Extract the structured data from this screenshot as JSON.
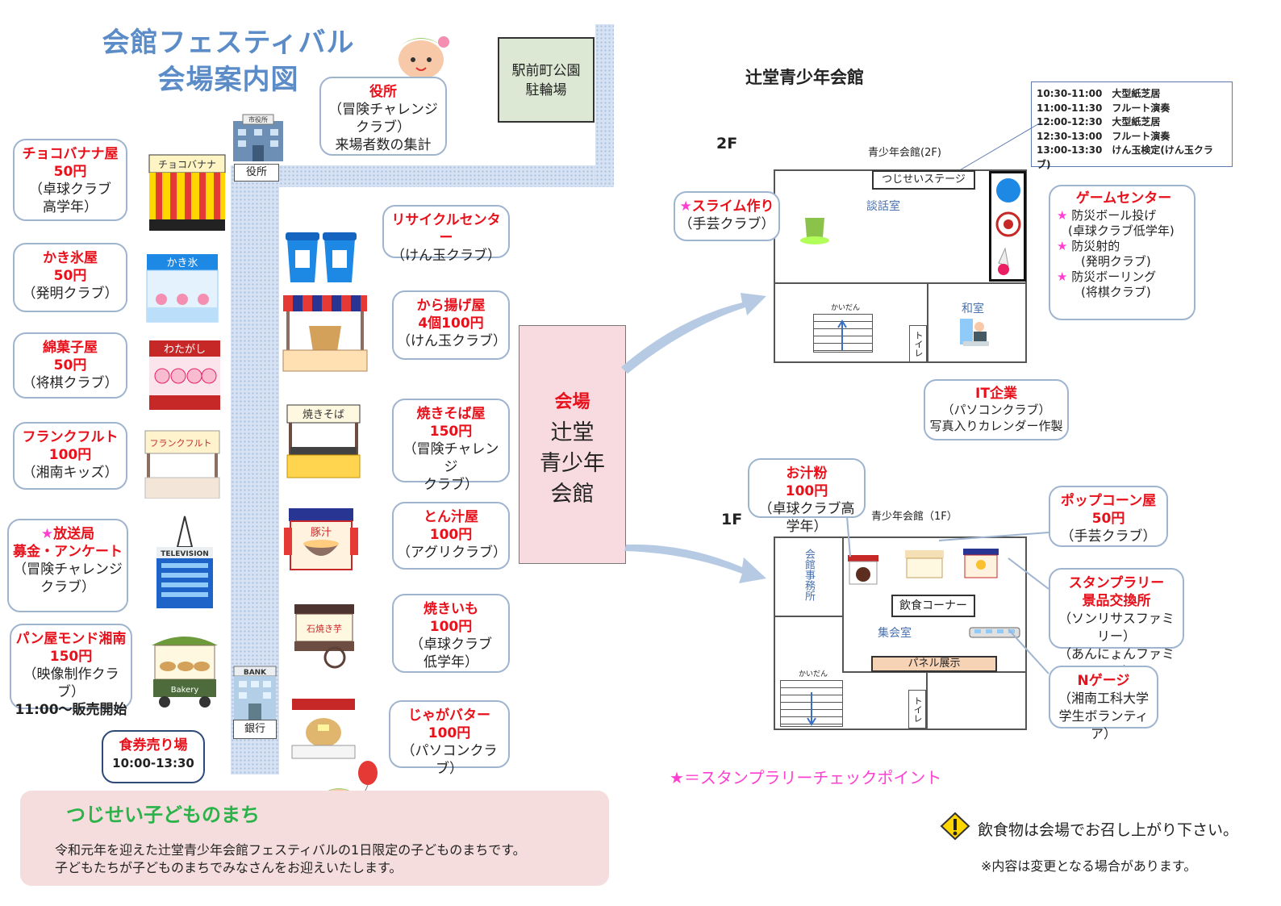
{
  "header": {
    "title_line1": "会館フェスティバル",
    "title_line2": "会場案内図"
  },
  "park": {
    "line1": "駅前町公園",
    "line2": "駐輪場"
  },
  "city_hall": {
    "sign": "役所",
    "roof": "市役所",
    "title": "役所",
    "lines": [
      "（冒険チャレンジ",
      "クラブ）",
      "来場者数の集計"
    ]
  },
  "bank": {
    "sign": "銀行",
    "roof": "BANK"
  },
  "left_stalls": [
    {
      "title": "チョコバナナ屋",
      "price": "50円",
      "club": [
        "（卓球クラブ",
        "高学年）"
      ],
      "sign": "チョコバナナ"
    },
    {
      "title": "かき氷屋",
      "price": "50円",
      "club": [
        "（発明クラブ）"
      ],
      "sign": "かき氷"
    },
    {
      "title": "綿菓子屋",
      "price": "50円",
      "club": [
        "（将棋クラブ）"
      ],
      "sign": "わたがし"
    },
    {
      "title": "フランクフルト",
      "price": "100円",
      "club": [
        "（湘南キッズ）"
      ],
      "sign": "フランクフルト"
    },
    {
      "star": "★",
      "title": "放送局",
      "title2": "募金・アンケート",
      "club": [
        "（冒険チャレンジ",
        "クラブ）"
      ],
      "sign": "TELEVISION"
    },
    {
      "title": "パン屋モンド湘南",
      "price": "150円",
      "club": [
        "（映像制作クラブ）",
        "11:00～販売開始"
      ],
      "sign": "Bakery"
    }
  ],
  "ticket": {
    "title": "食券売り場",
    "time": "10:00-13:30"
  },
  "right_stalls": [
    {
      "title": "リサイクルセンター",
      "club": [
        "（けん玉クラブ）"
      ]
    },
    {
      "title": "から揚げ屋",
      "price": "4個100円",
      "club": [
        "（けん玉クラブ）"
      ]
    },
    {
      "title": "焼きそば屋",
      "price": "150円",
      "club": [
        "（冒険チャレンジ",
        "クラブ）"
      ],
      "sign": "焼きそば"
    },
    {
      "title": "とん汁屋",
      "price": "100円",
      "club": [
        "（アグリクラブ）"
      ],
      "sign": "豚汁"
    },
    {
      "title": "焼きいも",
      "price": "100円",
      "club": [
        "（卓球クラブ",
        "低学年）"
      ],
      "sign": "石焼き芋"
    },
    {
      "title": "じゃがバター",
      "price": "100円",
      "club": [
        "（パソコンクラブ）"
      ]
    }
  ],
  "venue": {
    "line1": "会場",
    "line2": "辻堂",
    "line3": "青少年",
    "line4": "会館"
  },
  "building": {
    "title": "辻堂青少年会館"
  },
  "schedule": [
    {
      "time": "10:30-11:00",
      "event": "大型紙芝居"
    },
    {
      "time": "11:00-11:30",
      "event": "フルート演奏"
    },
    {
      "time": "12:00-12:30",
      "event": "大型紙芝居"
    },
    {
      "time": "12:30-13:00",
      "event": "フルート演奏"
    },
    {
      "time": "13:00-13:30",
      "event": "けん玉検定(けん玉クラブ)"
    }
  ],
  "floor2": {
    "label": "2F",
    "plan_title": "青少年会館(2F)",
    "stage": "つじせいステージ",
    "room_main": "談話室",
    "room_jp": "和室",
    "stairs": "かいだん",
    "toilet": "トイレ"
  },
  "slime": {
    "star": "★",
    "title": "スライム作り",
    "club": "（手芸クラブ）"
  },
  "game": {
    "title": "ゲームセンター",
    "items": [
      {
        "star": "★",
        "name": "防災ボール投げ",
        "club": "(卓球クラブ低学年)"
      },
      {
        "star": "★",
        "name": "防災射的",
        "club": "(発明クラブ)"
      },
      {
        "star": "★",
        "name": "防災ボーリング",
        "club": "(将棋クラブ)"
      }
    ]
  },
  "it": {
    "title": "IT企業",
    "club": "（パソコンクラブ）",
    "desc": "写真入りカレンダー作製"
  },
  "floor1": {
    "label": "1F",
    "plan_title": "青少年会館（1F）",
    "office": "会館事務所",
    "food": "飲食コーナー",
    "hall": "集会室",
    "panel": "パネル展示",
    "stairs": "かいだん",
    "toilet": "トイレ"
  },
  "oshiruko": {
    "title": "お汁粉",
    "price": "100円",
    "club": "（卓球クラブ高学年）"
  },
  "popcorn": {
    "title": "ポップコーン屋",
    "price": "50円",
    "club": "（手芸クラブ）"
  },
  "stamp": {
    "title": "スタンプラリー",
    "title2": "景品交換所",
    "club1": "（ソンリサスファミリー）",
    "club2": "（あんにょんファミリー）"
  },
  "ngauge": {
    "title": "Nゲージ",
    "club1": "（湘南工科大学",
    "club2": "学生ボランティア）"
  },
  "legend": {
    "text": "★＝スタンプラリーチェックポイント"
  },
  "notice": {
    "text": "飲食物は会場でお召し上がり下さい。",
    "sub": "※内容は変更となる場合があります。"
  },
  "footer": {
    "title": "つじせい子どものまち",
    "line1": "令和元年を迎えた辻堂青少年会館フェスティバルの1日限定の子どものまちです。",
    "line2": "子どもたちが子どものまちでみなさんをお迎えいたします。"
  },
  "colors": {
    "accent_red": "#e8111b",
    "title_blue": "#5b8cc8",
    "star_pink": "#ff3fd0",
    "road": "#d6e2f3",
    "footer_bg": "#f5dcdd",
    "footer_title": "#2bb34a"
  }
}
